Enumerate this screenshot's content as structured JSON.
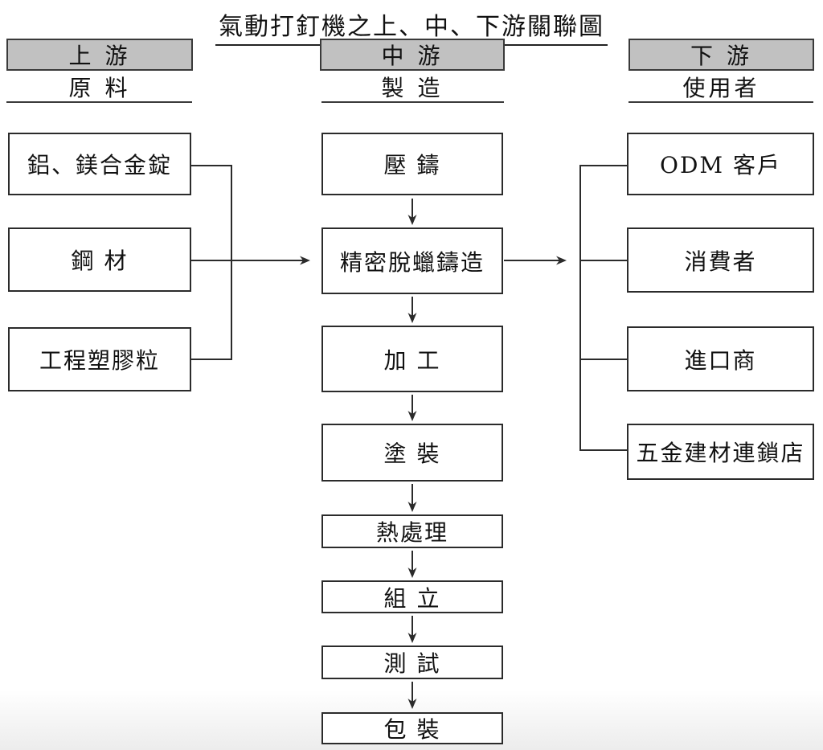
{
  "title": "氣動打釘機之上、中、下游關聯圖",
  "columns": {
    "upstream": {
      "header": "上 游",
      "subtitle": "原 料",
      "boxes": [
        "鋁、鎂合金錠",
        "鋼 材",
        "工程塑膠粒"
      ]
    },
    "midstream": {
      "header": "中 游",
      "subtitle": "製 造",
      "boxes": [
        "壓 鑄",
        "精密脫蠟鑄造",
        "加 工",
        "塗 裝",
        "熱處理",
        "組 立",
        "測 試",
        "包 裝"
      ]
    },
    "downstream": {
      "header": "下 游",
      "subtitle": "使用者",
      "boxes": [
        "ODM 客戶",
        "消費者",
        "進口商",
        "五金建材連鎖店"
      ]
    }
  },
  "colors": {
    "header_fill": "#c1c1c1",
    "box_border": "#2b2b2b",
    "line_color": "#2b2b2b",
    "background": "#ffffff",
    "text": "#111111"
  }
}
